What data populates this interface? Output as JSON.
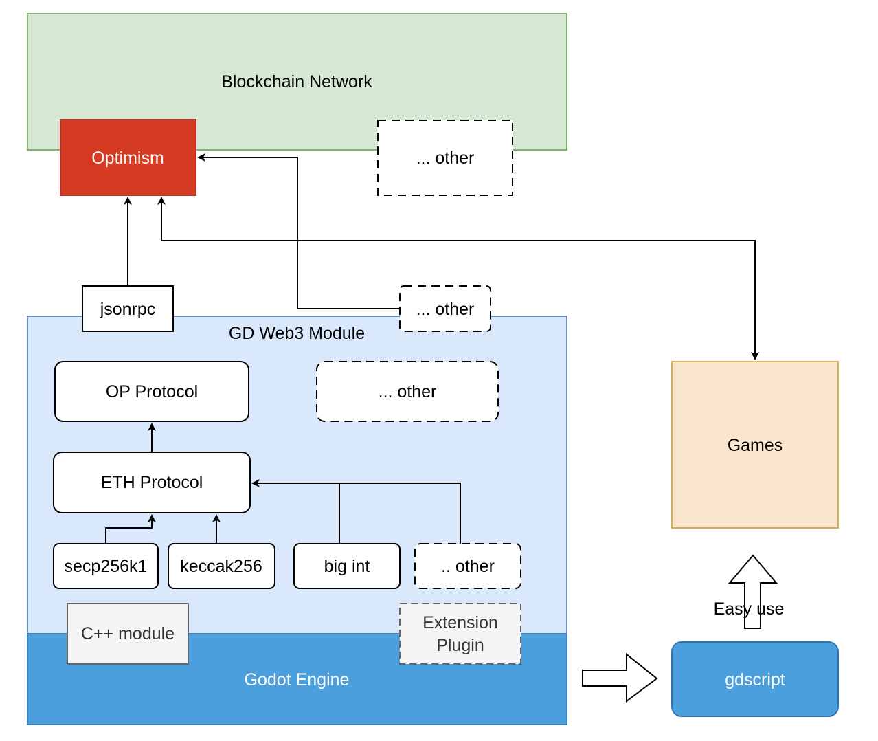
{
  "regions": {
    "blockchain": "Blockchain Network",
    "gd_web3": "GD Web3 Module",
    "godot": "Godot Engine"
  },
  "nodes": {
    "optimism": "Optimism",
    "other_chain": "... other",
    "jsonrpc": "jsonrpc",
    "other_rpc": "... other",
    "op_protocol": "OP Protocol",
    "other_protocol": "... other",
    "eth_protocol": "ETH Protocol",
    "secp256k1": "secp256k1",
    "keccak256": "keccak256",
    "big_int": "big int",
    "other_lib": ".. other",
    "cpp_module": "C++ module",
    "extension_plugin_1": "Extension",
    "extension_plugin_2": "Plugin",
    "games": "Games",
    "gdscript": "gdscript",
    "easy_use": "Easy use"
  },
  "colors": {
    "blockchain_fill": "#d5e8d4",
    "blockchain_stroke": "#82b366",
    "optimism_fill": "#d53a22",
    "optimism_stroke": "#b43226",
    "web3_fill": "#dae8fc",
    "web3_stroke": "#6c8ebf",
    "godot_fill": "#4a9fdc",
    "godot_stroke": "#3b82c0",
    "games_fill": "#fae6cd",
    "games_stroke": "#d7b04b",
    "gdscript_fill": "#4a9fdc",
    "gdscript_stroke": "#2f73b4",
    "grey_fill": "#f5f5f5",
    "grey_stroke": "#666666"
  }
}
